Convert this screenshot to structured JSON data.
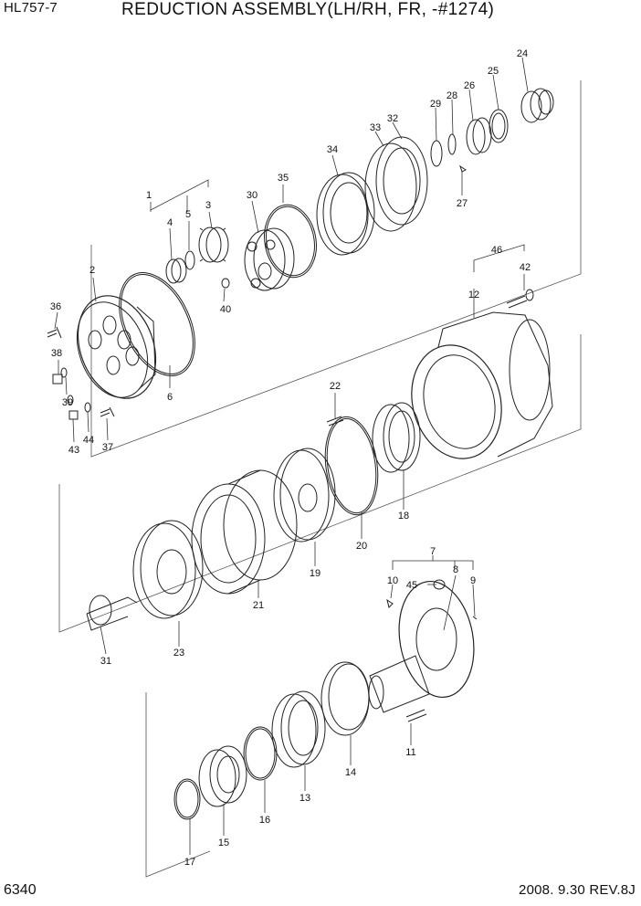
{
  "header": {
    "model": "HL757-7",
    "title": "REDUCTION ASSEMBLY(LH/RH, FR, -#1274)"
  },
  "footer": {
    "page_number": "6340",
    "revision": "2008. 9.30  REV.8J"
  },
  "callouts": {
    "c1": "1",
    "c2": "2",
    "c3": "3",
    "c4": "4",
    "c5": "5",
    "c6": "6",
    "c7": "7",
    "c8": "8",
    "c9": "9",
    "c10": "10",
    "c11": "11",
    "c12": "12",
    "c13": "13",
    "c14": "14",
    "c15": "15",
    "c16": "16",
    "c17": "17",
    "c18": "18",
    "c19": "19",
    "c20": "20",
    "c21": "21",
    "c22": "22",
    "c23": "23",
    "c24": "24",
    "c25": "25",
    "c26": "26",
    "c27": "27",
    "c28": "28",
    "c29": "29",
    "c30": "30",
    "c31": "31",
    "c32": "32",
    "c33": "33",
    "c34": "34",
    "c35": "35",
    "c36": "36",
    "c37": "37",
    "c38": "38",
    "c39": "39",
    "c40": "40",
    "c42": "42",
    "c43": "43",
    "c44": "44",
    "c45": "45",
    "c46": "46"
  }
}
